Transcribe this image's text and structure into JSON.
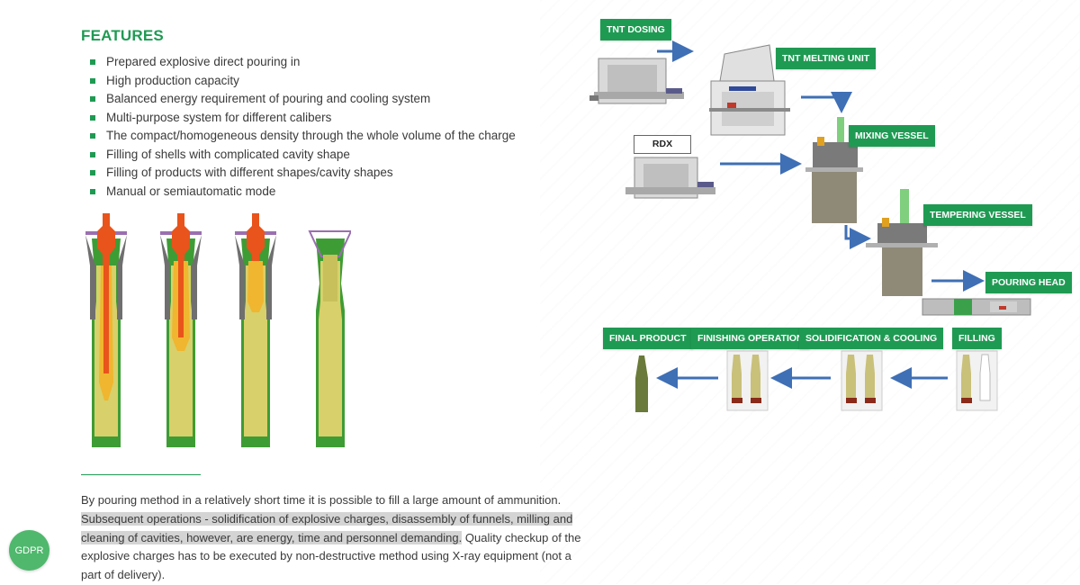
{
  "features": {
    "title": "FEATURES",
    "items": [
      "Prepared explosive direct pouring in",
      "High production capacity",
      "Balanced energy requirement of pouring and cooling system",
      "Multi-purpose system for different calibers",
      "The compact/homogeneous density through the whole volume of the charge",
      "Filling of shells with complicated cavity shape",
      "Filling of products with different shapes/cavity shapes",
      "Manual or semiautomatic mode"
    ]
  },
  "diagram": {
    "labels": {
      "tnt_dosing": "TNT DOSING",
      "tnt_melting": "TNT MELTING UNIT",
      "rdx": "RDX",
      "mixing_vessel": "MIXING VESSEL",
      "tempering_vessel": "TEMPERING VESSEL",
      "pouring_head": "POURING HEAD",
      "final_product": "FINAL PRODUCT",
      "finishing_operation": "FINISHING OPERATION",
      "solidification_cooling": "SOLIDIFICATION & COOLING",
      "filling": "FILLING"
    }
  },
  "paragraph": {
    "part1": "By pouring method in a relatively short time it is possible to fill a large amount of ammunition.",
    "highlighted": "Subsequent operations - solidification of explosive charges, disassembly of funnels, milling and cleaning of cavities, however, are energy, time and personnel demanding.",
    "part2": "Quality checkup of the explosive charges has to be executed by non-destructive method using X-ray equipment (not a part of delivery)."
  },
  "gdpr": {
    "label": "GDPR"
  },
  "colors": {
    "accent": "#1f9a53",
    "arrow": "#3f6fb5",
    "highlight": "#d4d4d4"
  }
}
